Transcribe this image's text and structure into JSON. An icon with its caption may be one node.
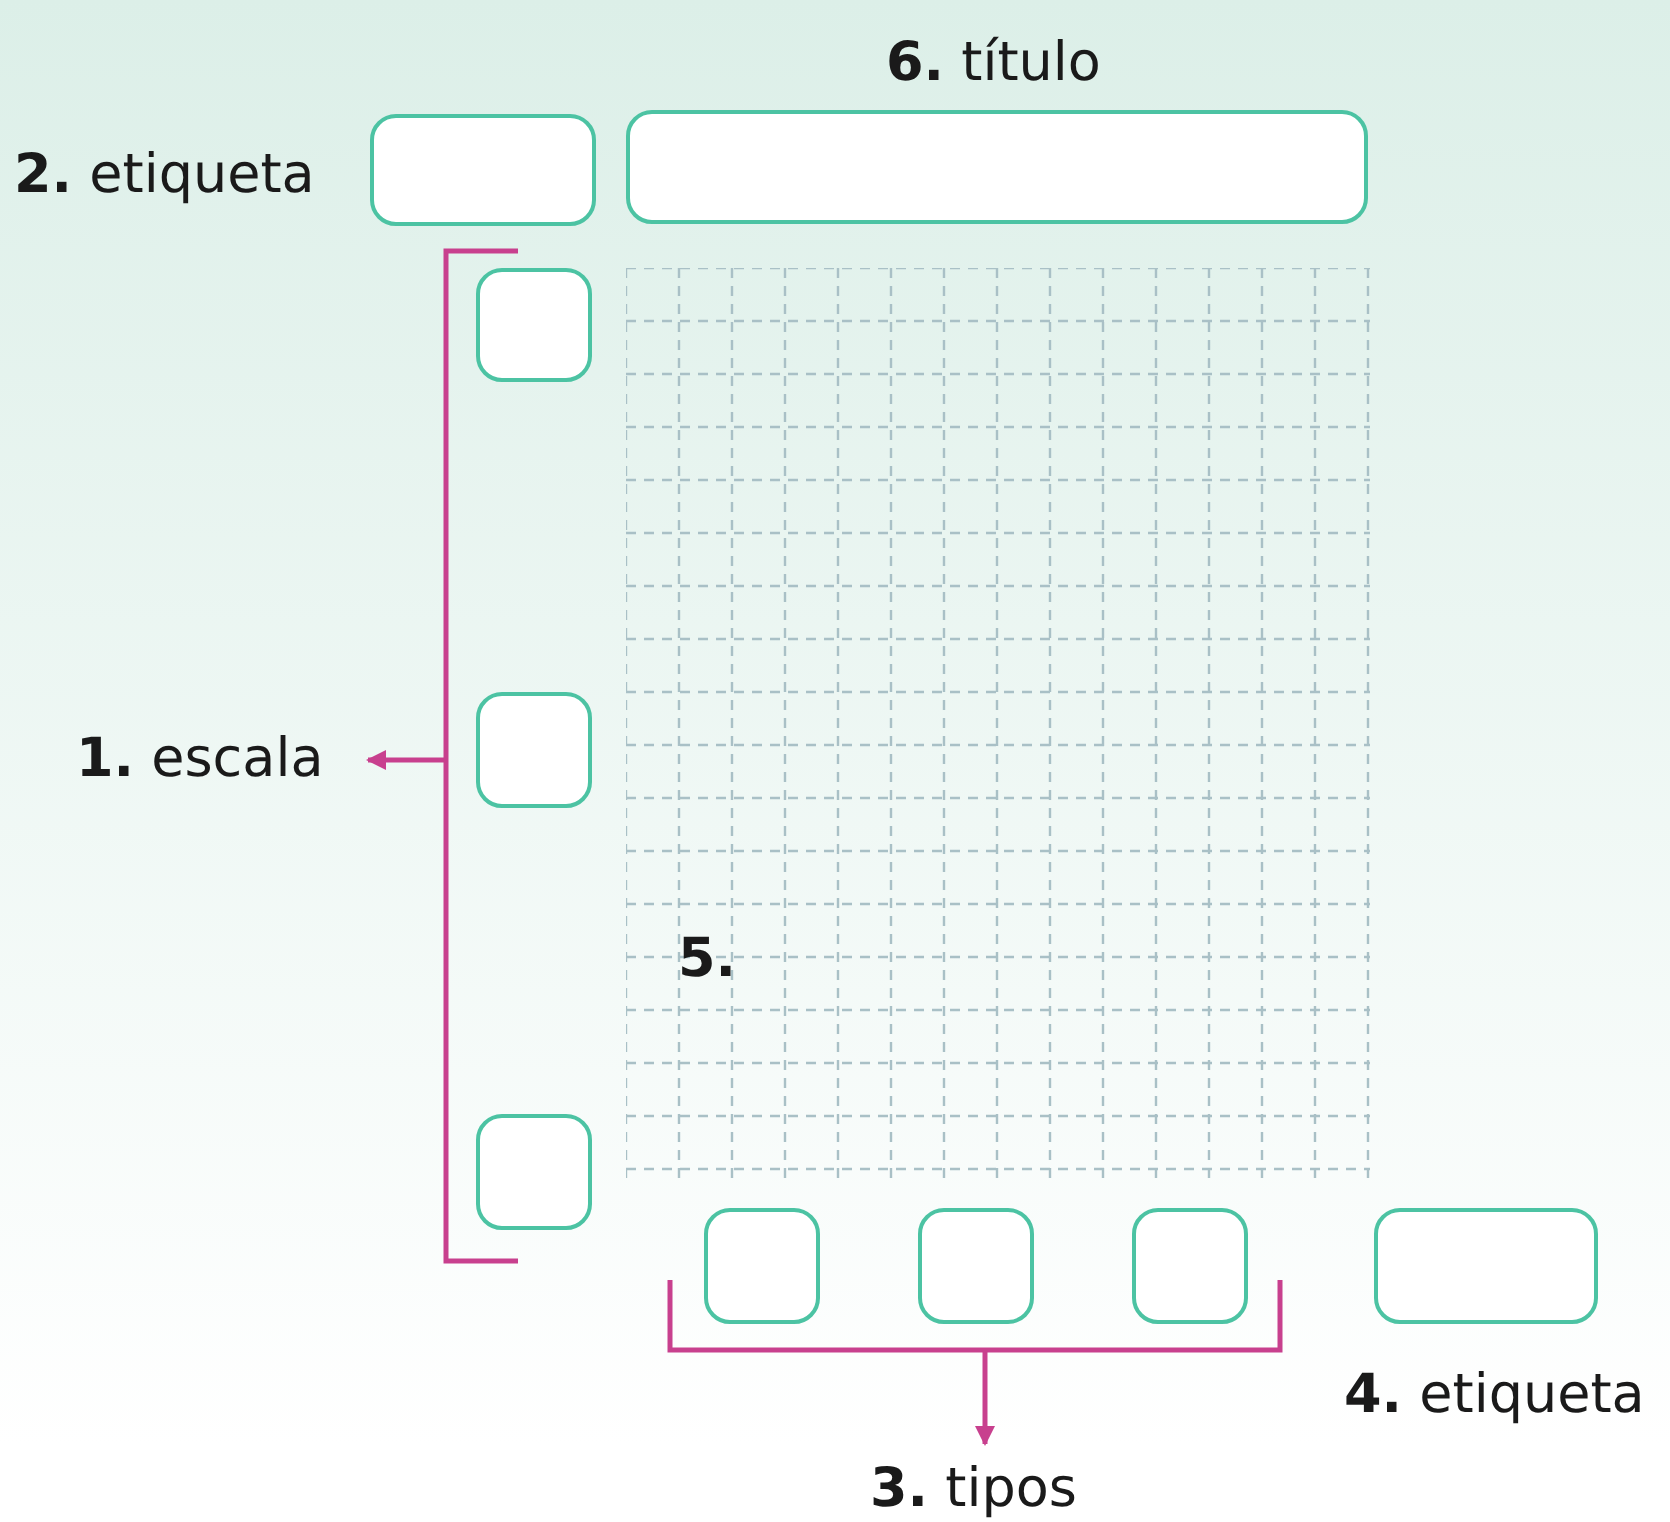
{
  "diagram": {
    "nodes": [
      {
        "text": [
          "**6.** título"
        ]
      },
      {
        "text": [],
        "shape": "box",
        "beside": [
          "**2.** etiqueta"
        ]
      },
      {
        "text": [],
        "shape": "box"
      },
      {
        "text": [],
        "shape": "box"
      },
      {
        "text": [],
        "shape": "box"
      },
      {
        "text": [
          "5."
        ]
      },
      {
        "text": [
          "**1.** escala"
        ]
      },
      {
        "text": [],
        "shape": "box"
      },
      {
        "text": [],
        "shape": "box"
      },
      {
        "text": [],
        "shape": "box"
      },
      {
        "text": [],
        "shape": "box",
        "beside": [
          "**4.** etiqueta"
        ]
      },
      {
        "text": [
          "**3.** tipos"
        ]
      },
      {
        "text": [],
        "shape": "bracket"
      },
      {
        "text": [],
        "shape": "bracket"
      }
    ],
    "edges": [
      {
        "from": 12,
        "to": 6,
        "arrow": "to"
      },
      {
        "from": 13,
        "to": 11,
        "arrow": "to"
      }
    ]
  }
}
